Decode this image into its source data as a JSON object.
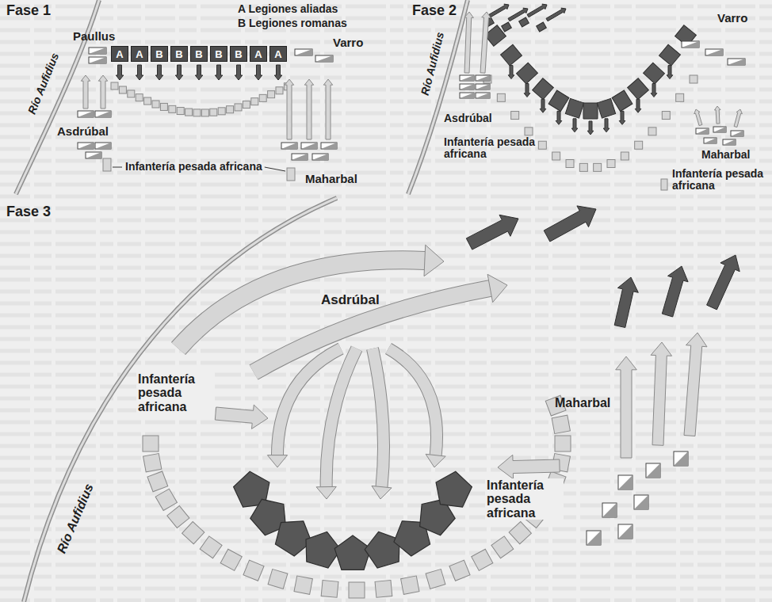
{
  "diagram": {
    "nodes": [
      {
        "text": [
          "A"
        ]
      },
      {
        "text": [
          "A"
        ]
      },
      {
        "text": [
          "B"
        ]
      },
      {
        "text": [
          "B"
        ]
      },
      {
        "text": [
          "B"
        ]
      },
      {
        "text": [
          "B"
        ]
      },
      {
        "text": [
          "B"
        ]
      },
      {
        "text": [
          "A"
        ]
      },
      {
        "text": [
          "A"
        ]
      }
    ],
    "labels": [
      "Fase 1",
      "Paullus",
      "A Legiones aliadas",
      "B Legiones romanas",
      "Varro",
      "Río Aufidius",
      "Asdrúbal",
      "Infantería pesada africana",
      "Maharbal",
      "Fase 2",
      "Varro",
      "Río Aufidius",
      "Asdrúbal",
      "Infantería pesada africana",
      "Maharbal",
      "Infantería pesada africana",
      "Fase 3",
      "Río Aufidius",
      "Asdrúbal",
      "Infantería pesada africana",
      "Infantería pesada africana",
      "Maharbal"
    ]
  }
}
